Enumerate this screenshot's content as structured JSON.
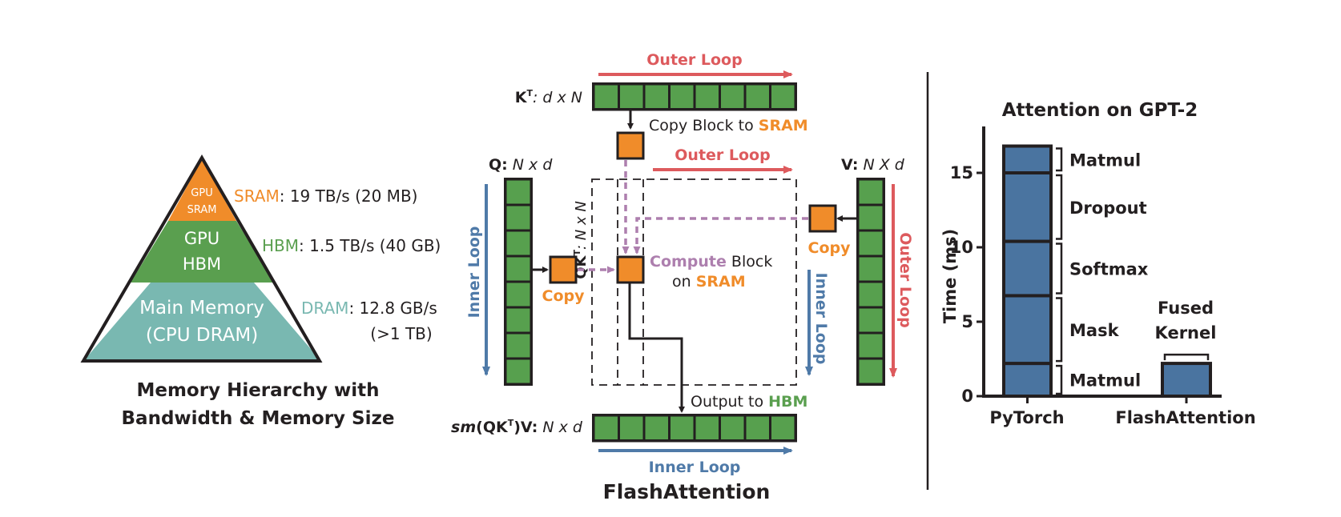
{
  "colors": {
    "sram": "#f08c2a",
    "hbm": "#5a9f4f",
    "dram": "#79b8b1",
    "outer_loop": "#dd5a5d",
    "inner_loop": "#4f7aa8",
    "compute": "#ad7fae",
    "block_green": "#57a04e",
    "bar_blue": "#4a74a0",
    "ink": "#231f20"
  },
  "memory_hierarchy": {
    "levels": [
      {
        "name": "GPU SRAM",
        "lines": [
          "GPU",
          "SRAM"
        ],
        "label": "SRAM",
        "spec": ": 19 TB/s (20 MB)",
        "spec_line2": ""
      },
      {
        "name": "GPU HBM",
        "lines": [
          "GPU",
          "HBM"
        ],
        "label": "HBM",
        "spec": ": 1.5 TB/s (40 GB)",
        "spec_line2": ""
      },
      {
        "name": "Main Memory (CPU DRAM)",
        "lines": [
          "Main Memory",
          "(CPU DRAM)"
        ],
        "label": "DRAM",
        "spec": ": 12.8 GB/s",
        "spec_line2": "(>1 TB)"
      }
    ],
    "caption_line1": "Memory Hierarchy with",
    "caption_line2": "Bandwidth & Memory Size"
  },
  "flash_diagram": {
    "title": "FlashAttention",
    "kt_label_bold": "K",
    "kt_label_sup": "T",
    "kt_label_rest": ": d x N",
    "q_label_bold": "Q:",
    "q_label_rest": " N x d",
    "v_label_bold": "V:",
    "v_label_rest": " N X d",
    "qkt_label": "QK",
    "qkt_sup": "T",
    "qkt_rest": ": N x N",
    "out_label_sm": "sm",
    "out_label_mid": "(QK",
    "out_label_sup": "T",
    "out_label_end": ")V:",
    "out_label_rest": " N x d",
    "copy_block_text": "Copy Block to ",
    "copy_block_sram": "SRAM",
    "outer_loop": "Outer Loop",
    "inner_loop": "Inner Loop",
    "copy": "Copy",
    "compute_word": "Compute",
    "compute_block": " Block",
    "on_word": "on ",
    "on_sram": "SRAM",
    "output_to": "Output to ",
    "output_hbm": "HBM",
    "kt_blocks": 8,
    "q_blocks": 8,
    "v_blocks": 8,
    "out_blocks": 8
  },
  "chart_data": {
    "type": "bar",
    "stacked": true,
    "title": "Attention on GPT-2",
    "xlabel": "",
    "ylabel": "Time (ms)",
    "ylim": [
      0,
      17.3
    ],
    "yticks": [
      0,
      5,
      10,
      15
    ],
    "categories": [
      "PyTorch",
      "FlashAttention"
    ],
    "series": [
      {
        "name": "Matmul",
        "values": [
          2.2,
          0
        ]
      },
      {
        "name": "Mask",
        "values": [
          4.55,
          0
        ]
      },
      {
        "name": "Softmax",
        "values": [
          3.65,
          0
        ]
      },
      {
        "name": "Dropout",
        "values": [
          4.6,
          0
        ]
      },
      {
        "name": "Matmul",
        "values": [
          1.8,
          0
        ]
      },
      {
        "name": "Fused Kernel",
        "values": [
          0,
          2.2
        ]
      }
    ],
    "annotations": {
      "pytorch_segments": [
        "Matmul",
        "Mask",
        "Softmax",
        "Dropout",
        "Matmul"
      ],
      "flash_label_line1": "Fused",
      "flash_label_line2": "Kernel"
    },
    "grid": false,
    "legend": "none"
  }
}
